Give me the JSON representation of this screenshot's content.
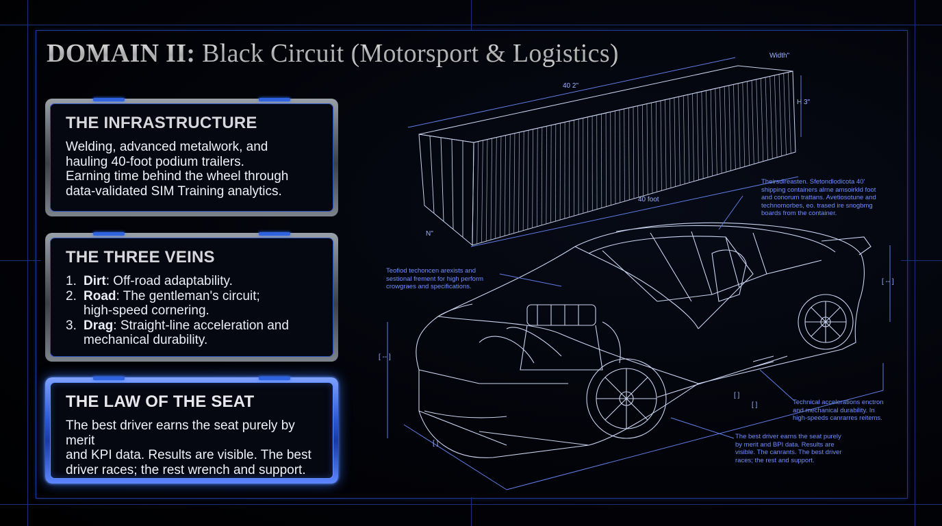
{
  "title": {
    "bold": "DOMAIN II:",
    "rest": "Black Circuit (Motorsport & Logistics)"
  },
  "panels": {
    "infrastructure": {
      "heading": "THE INFRASTRUCTURE",
      "line1": "Welding, advanced metalwork, and",
      "line2": "hauling 40-foot podium trailers.",
      "line3": "Earning time behind the wheel through",
      "line4": "data-validated SIM Training analytics."
    },
    "veins": {
      "heading": "THE THREE VEINS",
      "items": [
        {
          "num": "1.",
          "term": "Dirt",
          "line1": ": Off-road adaptability.",
          "line2": ""
        },
        {
          "num": "2.",
          "term": "Road",
          "line1": ": The gentleman's circuit;",
          "line2": "high-speed cornering."
        },
        {
          "num": "3.",
          "term": "Drag",
          "line1": ": Straight-line acceleration and",
          "line2": "mechanical durability."
        }
      ]
    },
    "seat": {
      "heading": "THE LAW OF THE SEAT",
      "line1": "The best driver earns the seat purely by merit",
      "line2": "and KPI data. Results are visible. The best",
      "line3": "driver races; the rest wrench and support."
    }
  },
  "dimensions": {
    "width": "Width\"",
    "length_top": "40 2\"",
    "height": "H 3\"",
    "length": "40 foot",
    "end": "N\"",
    "bracket": "[ -- ]",
    "bracket_short": "[   ]"
  },
  "annotations": {
    "container": [
      "Theirsdireasten. Sfetondlodicota 40'",
      "shipping containers alrne amsoirkld foot",
      "and conorum trattans. Avetiosotune and",
      "technomorbes, eo. trased ire snogbmg",
      "boards from the container."
    ],
    "chassis": [
      "Teofiod techoncen arexists and",
      "sestional frement for high perform",
      "crowgraes and specifications."
    ],
    "tech": [
      "Technical accelerations enctron",
      "and mechanical durability. In",
      "high-speeds canrarres reitems."
    ],
    "seat": [
      "The best driver earns the seat purely",
      "by merit and BPI data. Results are",
      "visible. The canrants. The best driver",
      "races; the rest and support."
    ]
  },
  "colors": {
    "accent": "#2f63e0",
    "glow": "#5d8eff",
    "line": "#c9d4f0",
    "frame": "#1d3b96"
  }
}
